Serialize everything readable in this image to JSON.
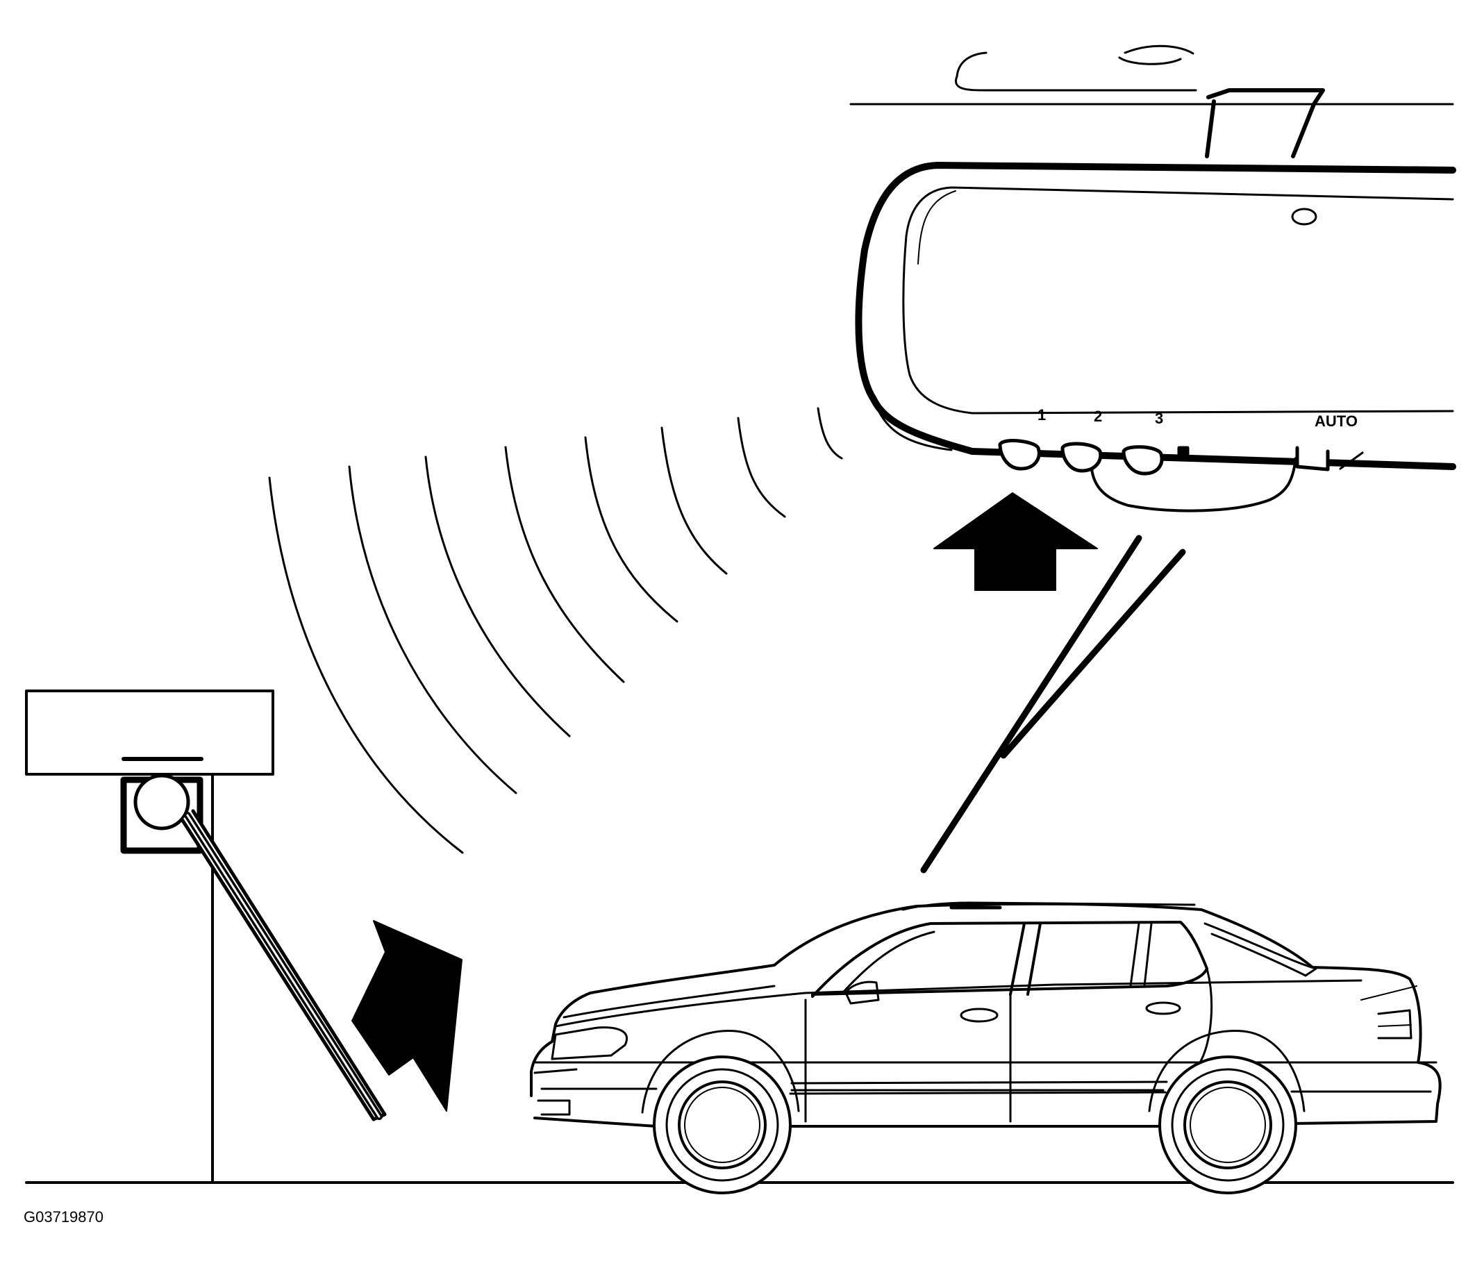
{
  "figure_id": "G03719870",
  "mirror_buttons": [
    {
      "label": "1"
    },
    {
      "label": "2"
    },
    {
      "label": "3"
    },
    {
      "label": "AUTO"
    }
  ],
  "colors": {
    "line": "#000000",
    "background": "#ffffff"
  }
}
